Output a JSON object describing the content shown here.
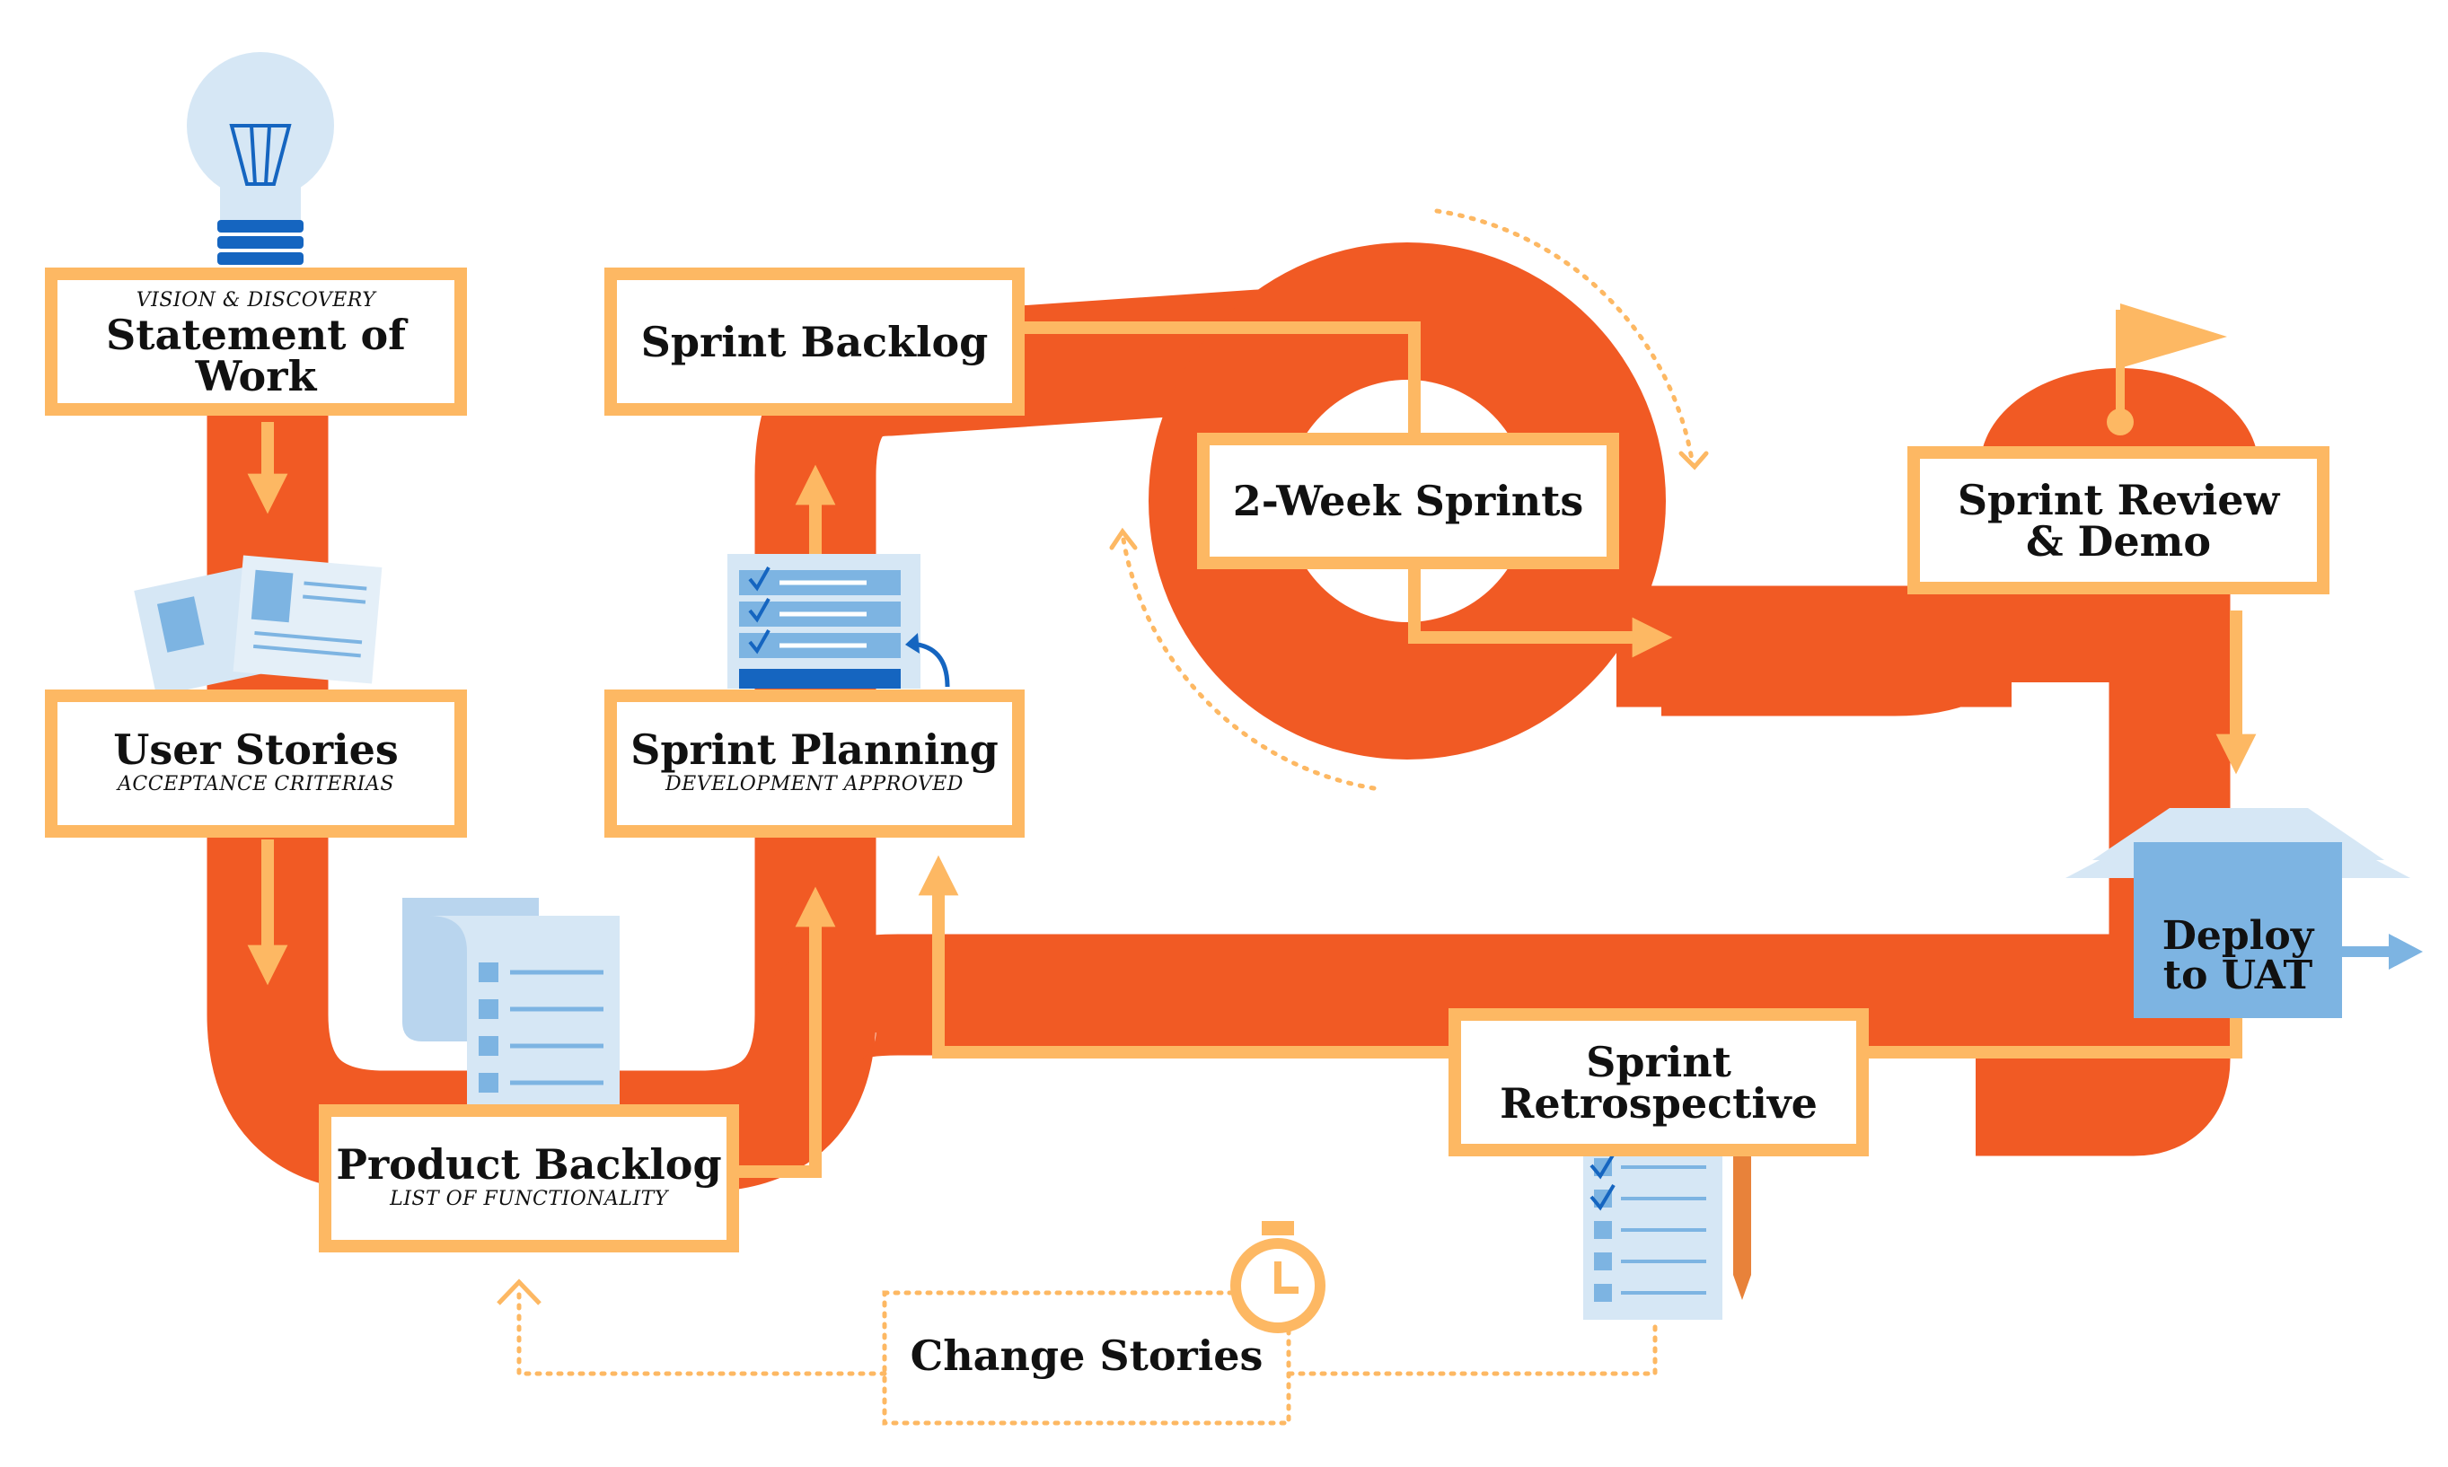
{
  "colors": {
    "pipe": "#F15A24",
    "frame": "#FDB863",
    "accent_blue": "#7DB4E2",
    "dark_blue": "#1565C0",
    "light_blue": "#D6E7F5",
    "text": "#111111"
  },
  "icons": [
    "lightbulb-icon",
    "user-profiles-icon",
    "checklist-icon",
    "document-scroll-icon",
    "flag-icon",
    "deploy-box-icon",
    "stopwatch-icon",
    "pencil-icon"
  ],
  "stages": {
    "statement_of_work": {
      "subtitle": "VISION & DISCOVERY",
      "title": "Statement of Work"
    },
    "user_stories": {
      "title": "User Stories",
      "subtitle": "ACCEPTANCE CRITERIAS"
    },
    "product_backlog": {
      "title": "Product Backlog",
      "subtitle": "LIST OF FUNCTIONALITY"
    },
    "sprint_planning": {
      "title": "Sprint Planning",
      "subtitle": "DEVELOPMENT APPROVED"
    },
    "sprint_backlog": {
      "title": "Sprint Backlog"
    },
    "two_week_sprints": {
      "title": "2-Week Sprints"
    },
    "sprint_review": {
      "title_line1": "Sprint Review",
      "title_line2": "& Demo"
    },
    "deploy": {
      "title_line1": "Deploy",
      "title_line2": "to UAT"
    },
    "sprint_retrospective": {
      "title_line1": "Sprint",
      "title_line2": "Retrospective"
    },
    "change_stories": {
      "title": "Change Stories"
    }
  }
}
